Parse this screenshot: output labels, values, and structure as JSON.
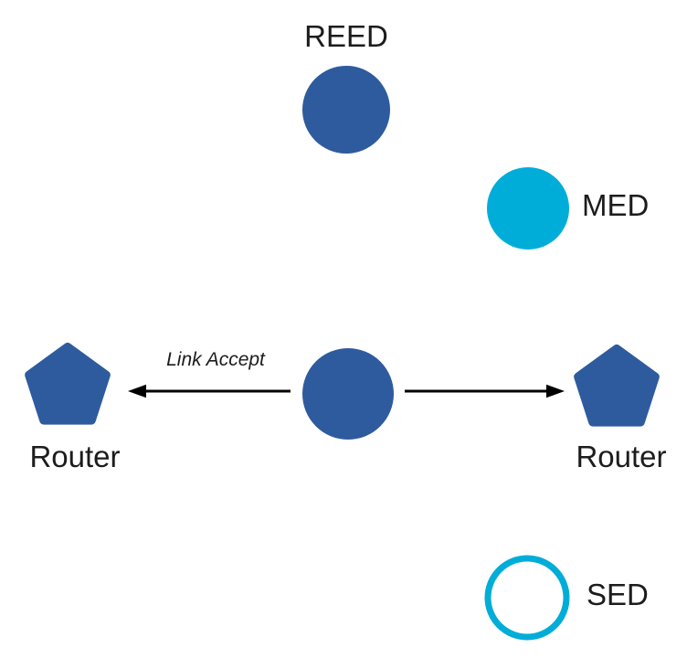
{
  "diagram": {
    "type": "network-topology",
    "colors": {
      "node_blue": "#2E5B9E",
      "node_cyan": "#00ADD8",
      "arrow": "#000000",
      "label": "#1c1c1c"
    },
    "nodes": [
      {
        "id": "reed",
        "shape": "circle",
        "style": "solid",
        "color": "#2E5B9E",
        "label": "REED",
        "label_position": "top"
      },
      {
        "id": "med",
        "shape": "circle",
        "style": "solid",
        "color": "#00ADD8",
        "label": "MED",
        "label_position": "right"
      },
      {
        "id": "center",
        "shape": "circle",
        "style": "solid",
        "color": "#2E5B9E",
        "label": "",
        "label_position": "none"
      },
      {
        "id": "router-left",
        "shape": "pentagon",
        "style": "solid",
        "color": "#2E5B9E",
        "label": "Router",
        "label_position": "bottom"
      },
      {
        "id": "router-right",
        "shape": "pentagon",
        "style": "solid",
        "color": "#2E5B9E",
        "label": "Router",
        "label_position": "bottom"
      },
      {
        "id": "sed",
        "shape": "circle",
        "style": "outline",
        "color": "#00ADD8",
        "label": "SED",
        "label_position": "right"
      }
    ],
    "edges": [
      {
        "from": "center",
        "to": "router-left",
        "label": "Link Accept",
        "direction": "left"
      },
      {
        "from": "center",
        "to": "router-right",
        "label": "",
        "direction": "right"
      }
    ]
  }
}
